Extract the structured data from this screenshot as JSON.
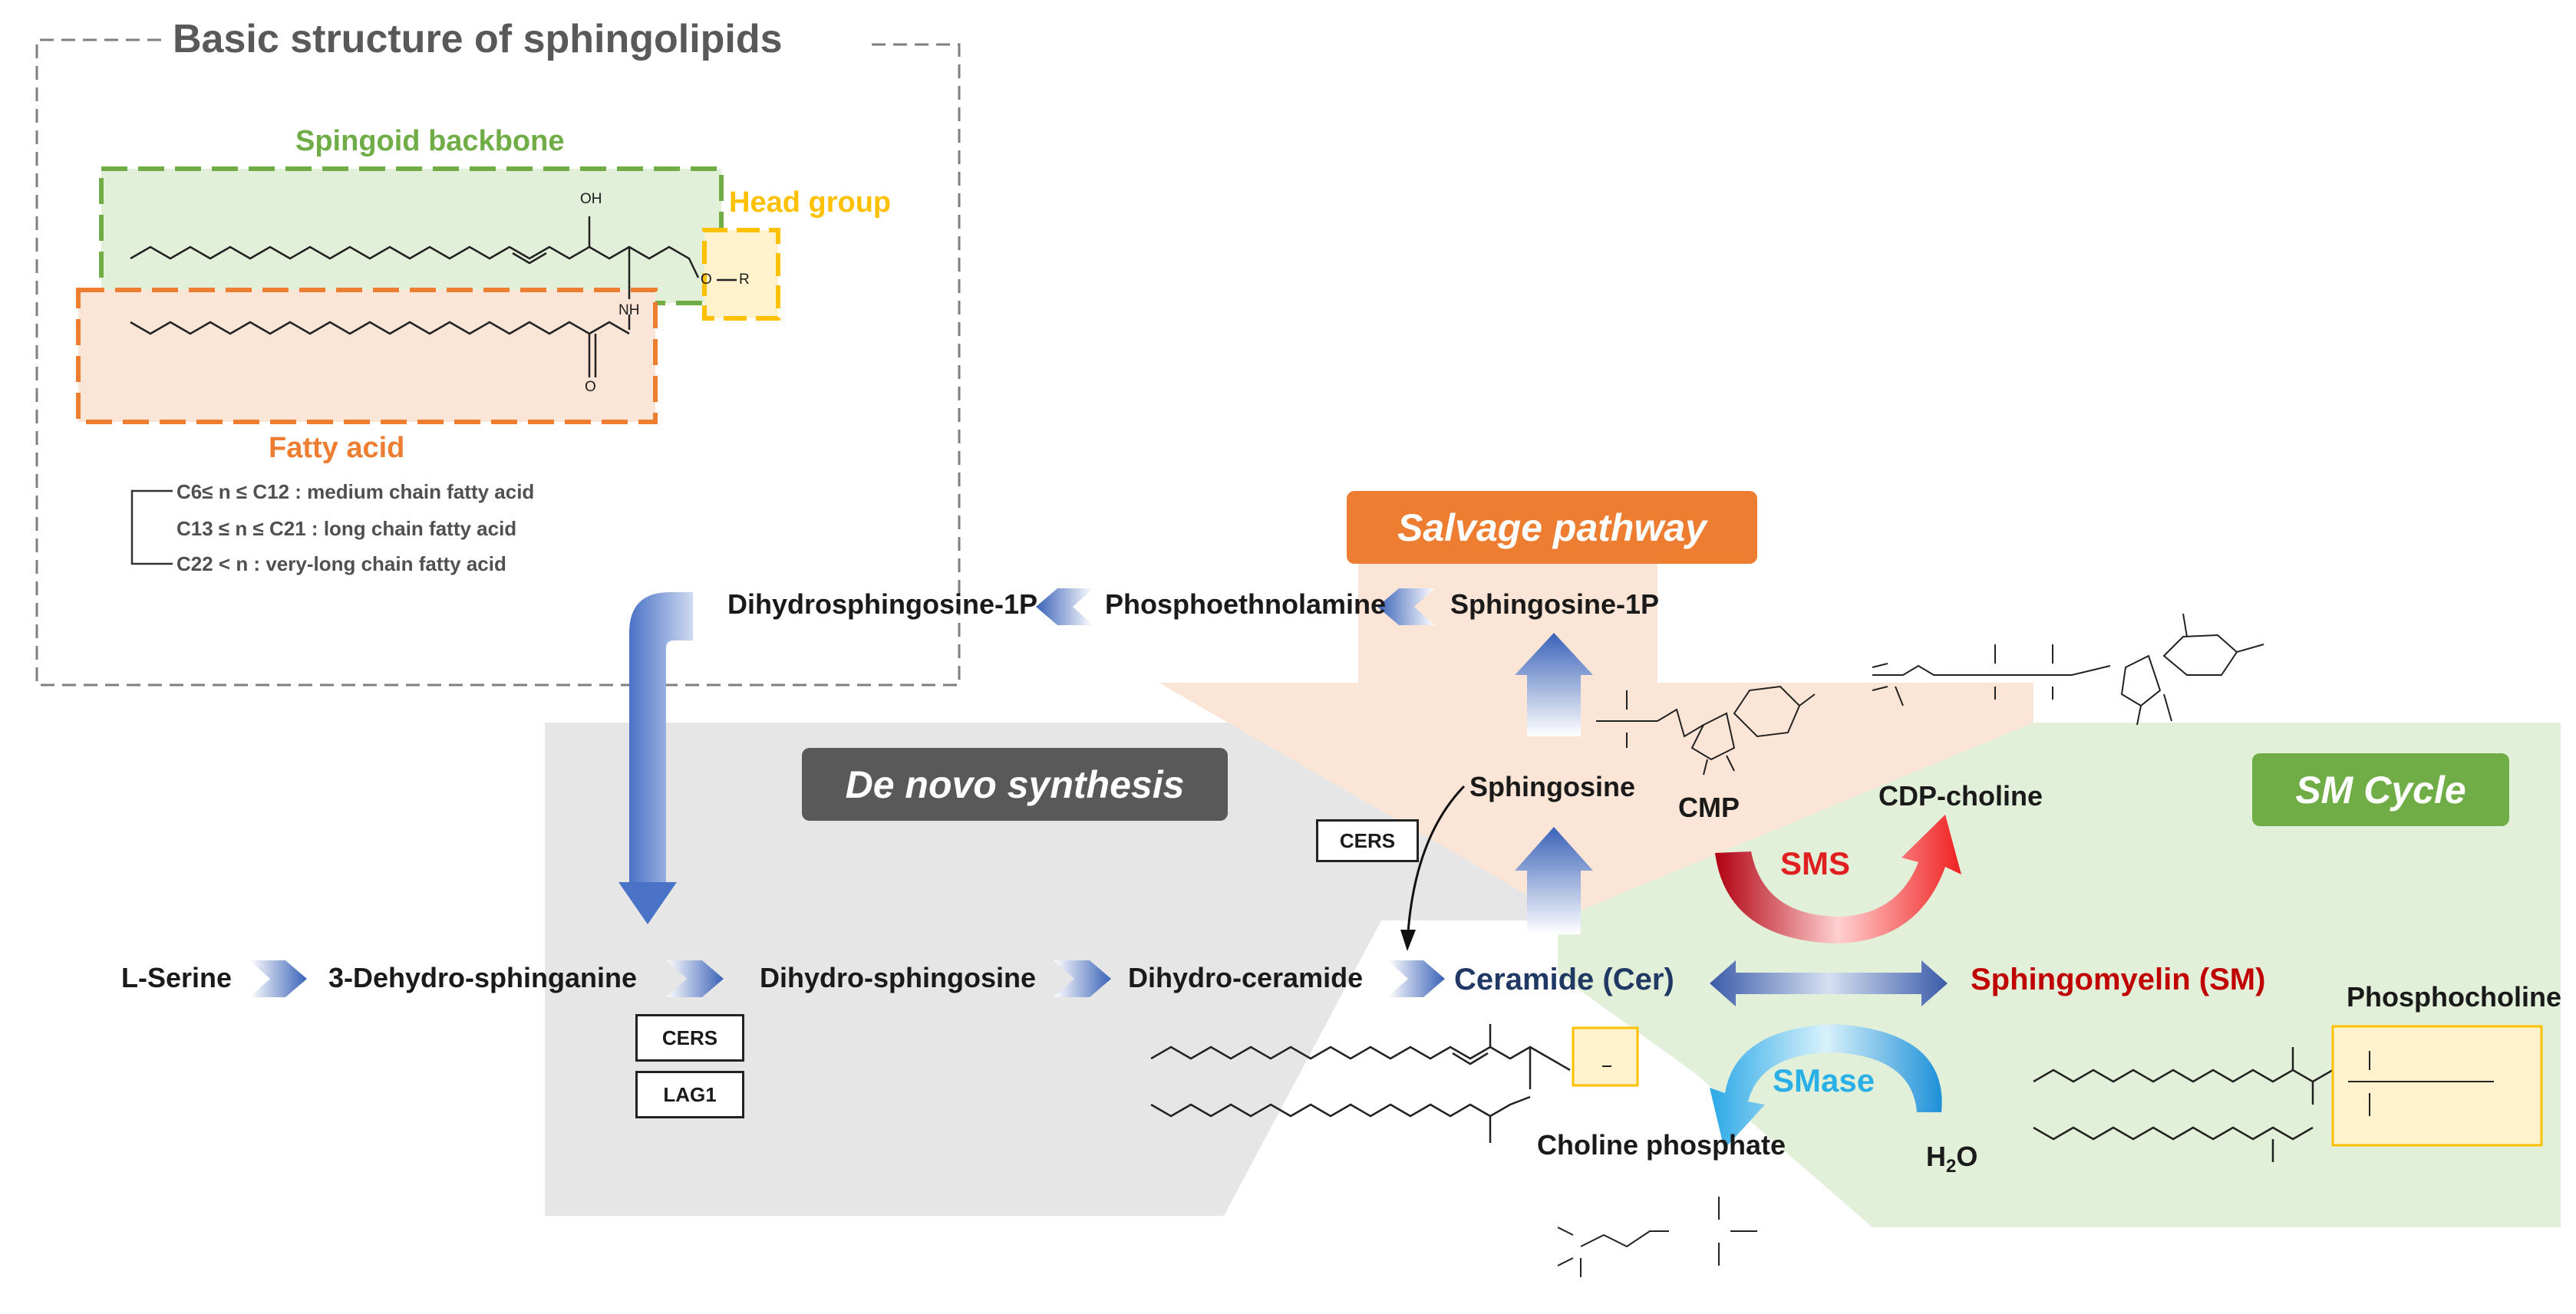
{
  "structure": {
    "title": "Basic structure of sphingolipids",
    "backbone_label": "Spingoid backbone",
    "head_label": "Head group",
    "fatty_label": "Fatty acid",
    "chain_medium": "C6≤ n ≤ C12 : medium chain fatty acid",
    "chain_long": "C13 ≤ n ≤ C21 : long chain fatty acid",
    "chain_vlong": "C22 < n  : very-long chain fatty acid",
    "atom_oh": "OH",
    "atom_nh": "NH",
    "atom_o": "O",
    "atom_r": "R",
    "atom_dbl_o": "O"
  },
  "pathways": {
    "salvage": "Salvage pathway",
    "denovo": "De novo synthesis",
    "smcycle": "SM Cycle"
  },
  "metabolites": {
    "serine": "L-Serine",
    "dehydro": "3-Dehydro-sphinganine",
    "dihydrosph": "Dihydro-sphingosine",
    "dihydrocer": "Dihydro-ceramide",
    "ceramide": "Ceramide (Cer)",
    "sphingomyelin": "Sphingomyelin (SM)",
    "phosphocholine": "Phosphocholine",
    "sphingosine": "Sphingosine",
    "s1p": "Sphingosine-1P",
    "pea": "Phosphoethnolamine",
    "dhs1p": "Dihydrosphingosine-1P",
    "cmp": "CMP",
    "cdpcholine": "CDP-choline",
    "cholinephosphate": "Choline phosphate",
    "water_h": "H",
    "water_sub": "2",
    "water_o": "O"
  },
  "enzymes": {
    "cers_top": "CERS",
    "cers_bottom": "CERS",
    "lag1": "LAG1",
    "sms": "SMS",
    "smase": "SMase"
  },
  "colors": {
    "green": "#70ad47",
    "orange": "#ed7d31",
    "yellow": "#ffc000",
    "dark_pill": "#595959",
    "blue_arrow": "#4472c4",
    "sms_red": "#e02020",
    "smase_blue": "#2ab0e6",
    "ceramide_text": "#1f3864",
    "sm_text": "#c00000"
  }
}
